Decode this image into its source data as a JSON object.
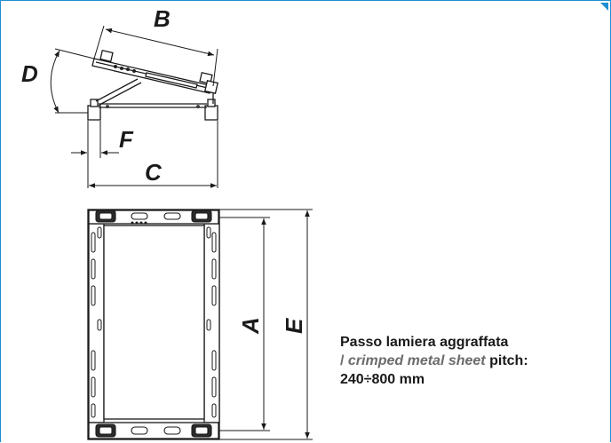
{
  "frame": {
    "accent_color": "#1e8fd0"
  },
  "dimensions": {
    "A": "A",
    "B": "B",
    "C": "C",
    "D": "D",
    "E": "E",
    "F": "F"
  },
  "note": {
    "line1": "Passo lamiera aggraffata",
    "line2_slash": "/",
    "line2_italic": "crimped metal sheet",
    "line2_rest": "pitch:",
    "line3": "240÷800 mm"
  }
}
